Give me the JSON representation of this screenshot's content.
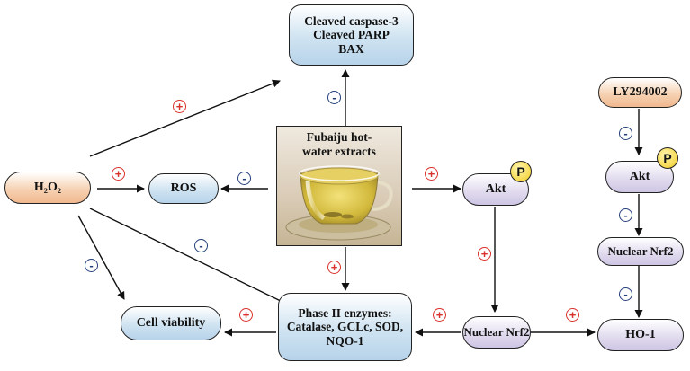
{
  "nodes": {
    "h2o2": "H₂O₂",
    "ros": "ROS",
    "cell_viability": "Cell viability",
    "apoptosis_markers": [
      "Cleaved caspase-3",
      "Cleaved PARP",
      "BAX"
    ],
    "extract": [
      "Fubaiju hot-",
      "water extracts"
    ],
    "akt": "Akt",
    "phase2": [
      "Phase II enzymes:",
      "Catalase, GCLc, SOD,",
      "NQO-1"
    ],
    "nuclear_nrf2": "Nuclear Nrf2",
    "ly294002": "LY294002",
    "akt_right": "Akt",
    "nuclear_nrf2_right": "Nuclear Nrf2",
    "ho1": "HO-1"
  },
  "phospho_label": "P",
  "signs": {
    "plus": "+",
    "minus": "-"
  },
  "colors": {
    "blue_node": "#b7d3ea",
    "orange_node": "#f0b88e",
    "lavender_node": "#cdc5e3",
    "plus_sign": "#d9312b",
    "minus_sign": "#243f7a",
    "phospho_badge": "#f5d84a"
  },
  "icons": [
    "teacup-image",
    "phospho-badge"
  ]
}
